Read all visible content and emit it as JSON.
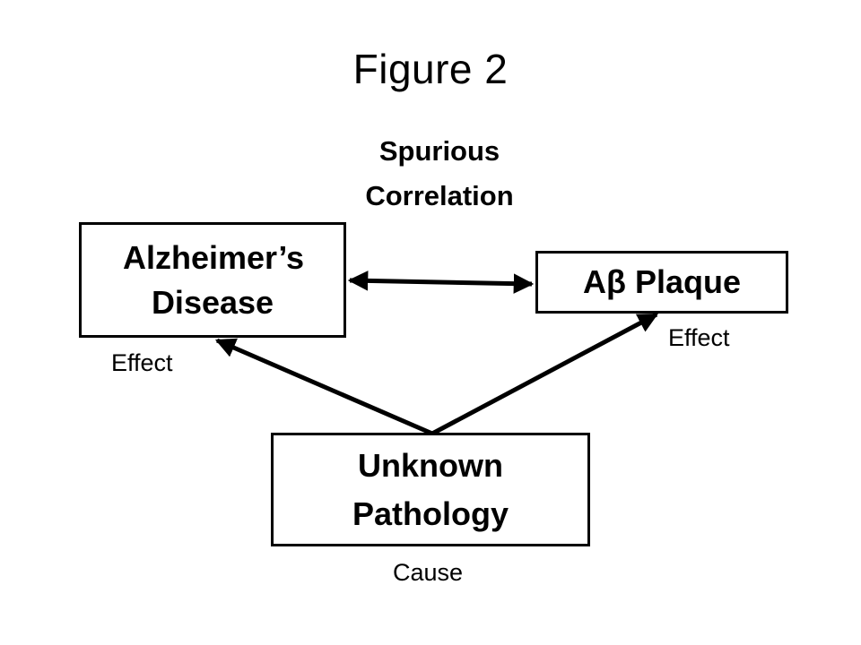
{
  "title": "Figure 2",
  "subtitle": "Spurious Correlation",
  "nodes": {
    "alzheimers": {
      "label": "Alzheimer’s Disease",
      "role": "Effect"
    },
    "plaque": {
      "label": "Aβ Plaque",
      "role": "Effect"
    },
    "pathology": {
      "label": "Unknown Pathology",
      "role": "Cause"
    }
  },
  "edges": [
    {
      "from": "alzheimers",
      "to": "plaque",
      "type": "bidirectional",
      "meaning": "spurious correlation"
    },
    {
      "from": "pathology",
      "to": "alzheimers",
      "type": "directed"
    },
    {
      "from": "pathology",
      "to": "plaque",
      "type": "directed"
    }
  ],
  "colors": {
    "line": "#000000",
    "background": "#ffffff"
  }
}
